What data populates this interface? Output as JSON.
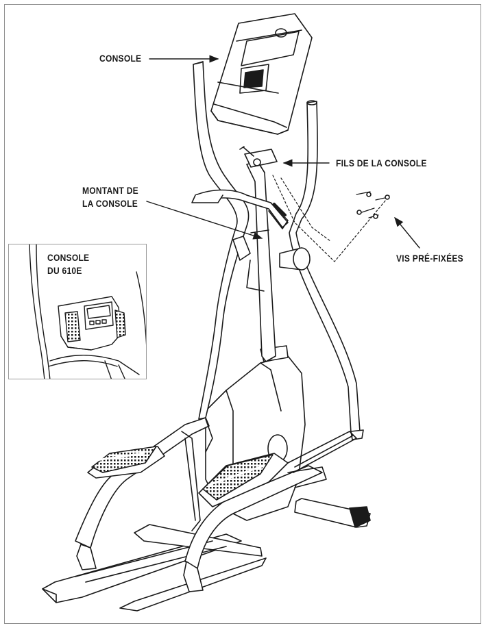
{
  "labels": {
    "console": "CONSOLE",
    "console_wires": "FILS DE LA CONSOLE",
    "console_mast_line1": "MONTANT DE",
    "console_mast_line2": "LA CONSOLE",
    "preattached_screws": "VIS PRÉ-FIXÉES"
  },
  "inset": {
    "title_line1": "CONSOLE",
    "title_line2": "DU 610E"
  },
  "colors": {
    "line": "#1a1a1a",
    "frame": "#8f8f8f",
    "background": "#ffffff"
  }
}
